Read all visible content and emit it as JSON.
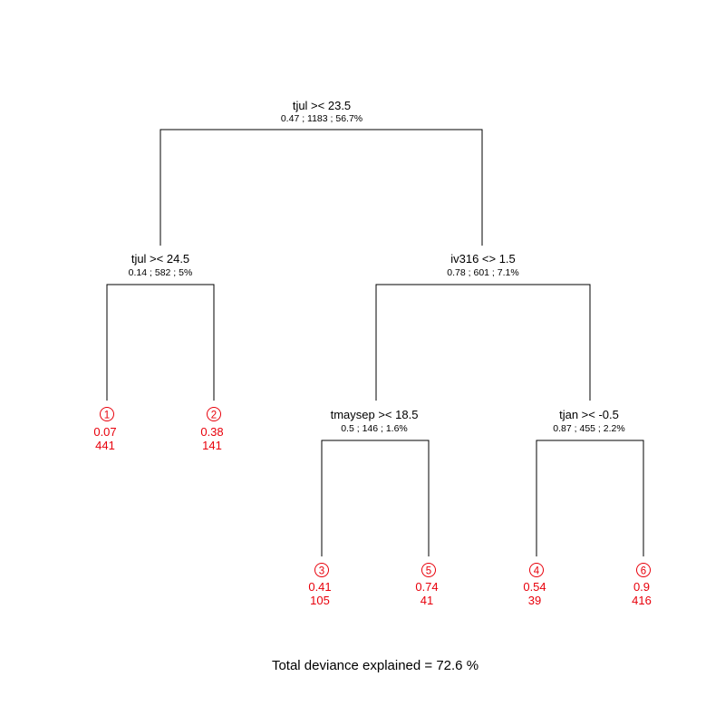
{
  "colors": {
    "branch": "#000000",
    "split_text": "#000000",
    "leaf": "#e8000b"
  },
  "splits": [
    {
      "id": "root",
      "label": "tjul >< 23.5",
      "stats": "0.47 ; 1183 ; 56.7%"
    },
    {
      "id": "left",
      "label": "tjul >< 24.5",
      "stats": "0.14 ; 582 ; 5%"
    },
    {
      "id": "right",
      "label": "iv316 <> 1.5",
      "stats": "0.78 ; 601 ; 7.1%"
    },
    {
      "id": "rl",
      "label": "tmaysep >< 18.5",
      "stats": "0.5 ; 146 ; 1.6%"
    },
    {
      "id": "rr",
      "label": "tjan >< -0.5",
      "stats": "0.87 ; 455 ; 2.2%"
    }
  ],
  "leaves": [
    {
      "node": "1",
      "value": "0.07",
      "count": "441"
    },
    {
      "node": "2",
      "value": "0.38",
      "count": "141"
    },
    {
      "node": "3",
      "value": "0.41",
      "count": "105"
    },
    {
      "node": "5",
      "value": "0.74",
      "count": "41"
    },
    {
      "node": "4",
      "value": "0.54",
      "count": "39"
    },
    {
      "node": "6",
      "value": "0.9",
      "count": "416"
    }
  ],
  "footer": "Total deviance explained = 72.6 %"
}
